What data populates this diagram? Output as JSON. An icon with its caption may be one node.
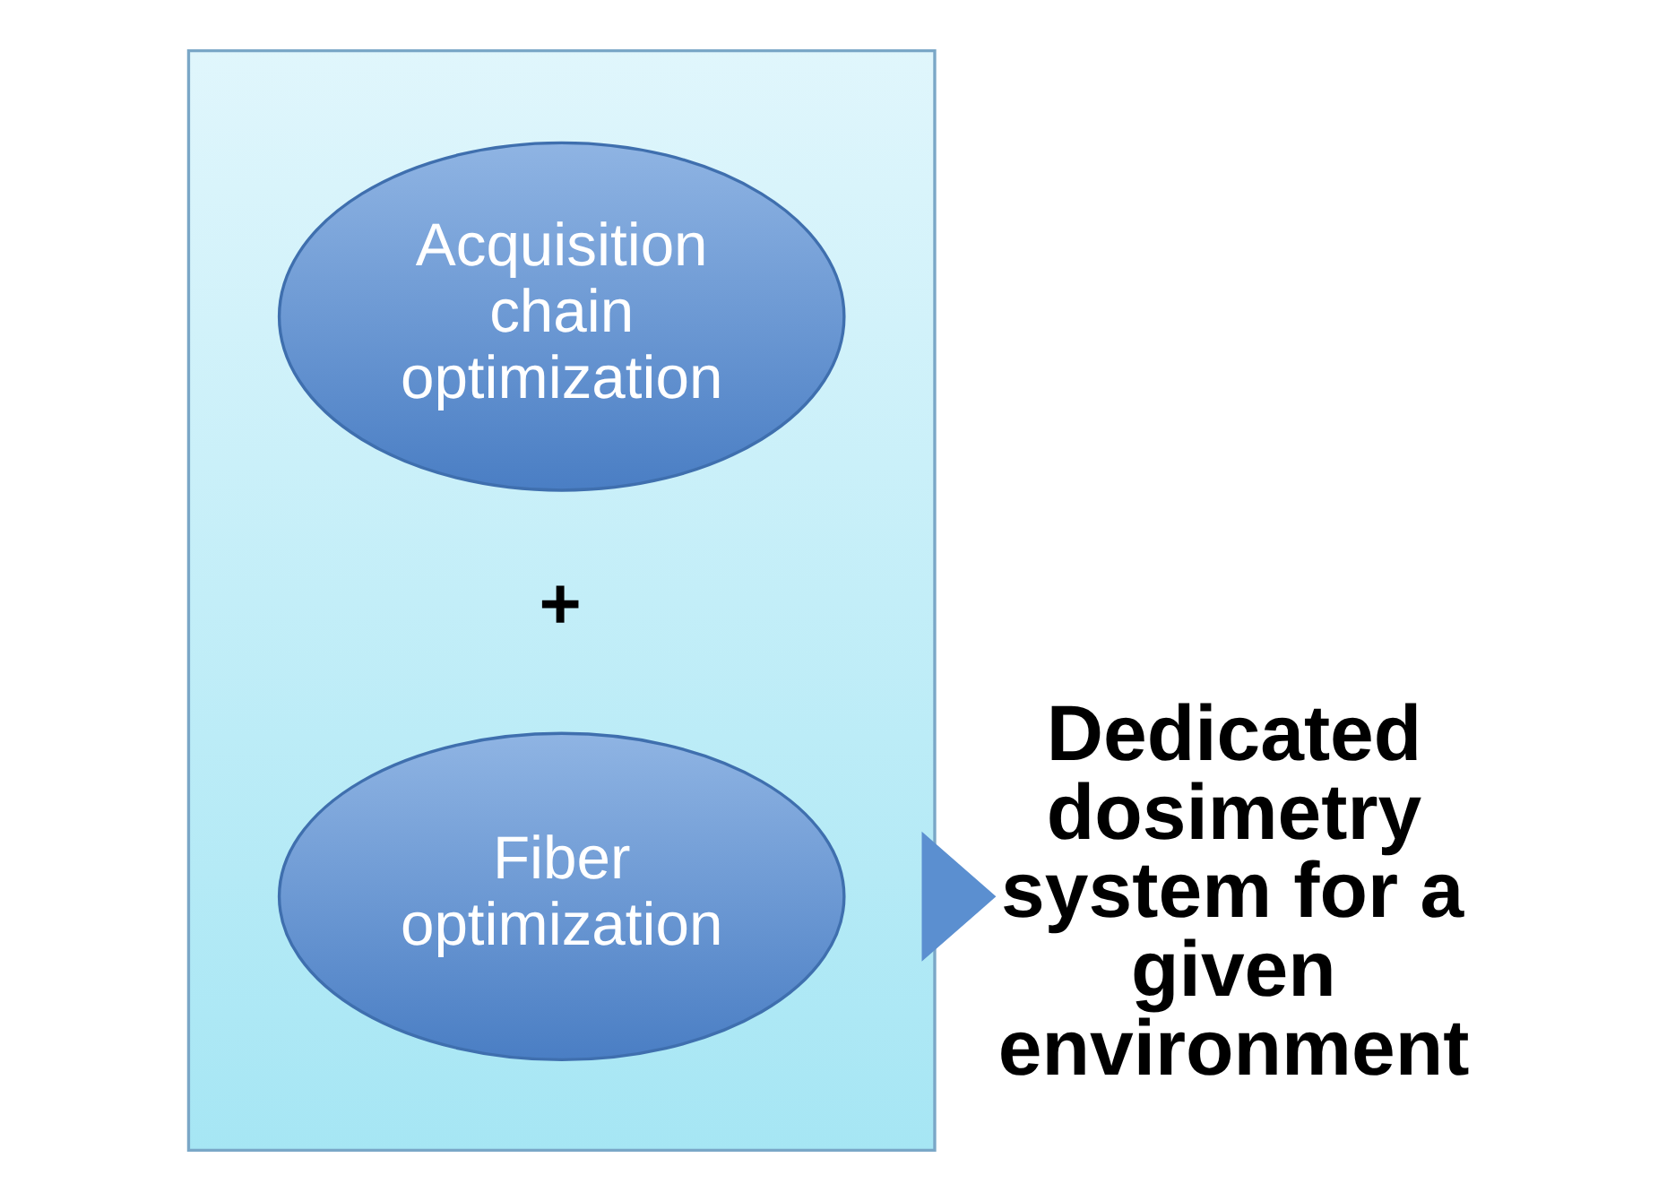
{
  "diagram": {
    "nodes": [
      {
        "text": [],
        "shape": "box"
      },
      {
        "text": [
          "Fiber optimization"
        ],
        "in": 0
      },
      {
        "text": [
          "Acquisition chain optimization"
        ],
        "in": 0
      },
      {
        "text": [
          "Dedicated dosimetry system for a given environment"
        ]
      }
    ],
    "edges": [
      {
        "from": 0,
        "to": 3,
        "arrow": "to",
        "style": "thick"
      }
    ],
    "labels": [
      "+"
    ]
  }
}
